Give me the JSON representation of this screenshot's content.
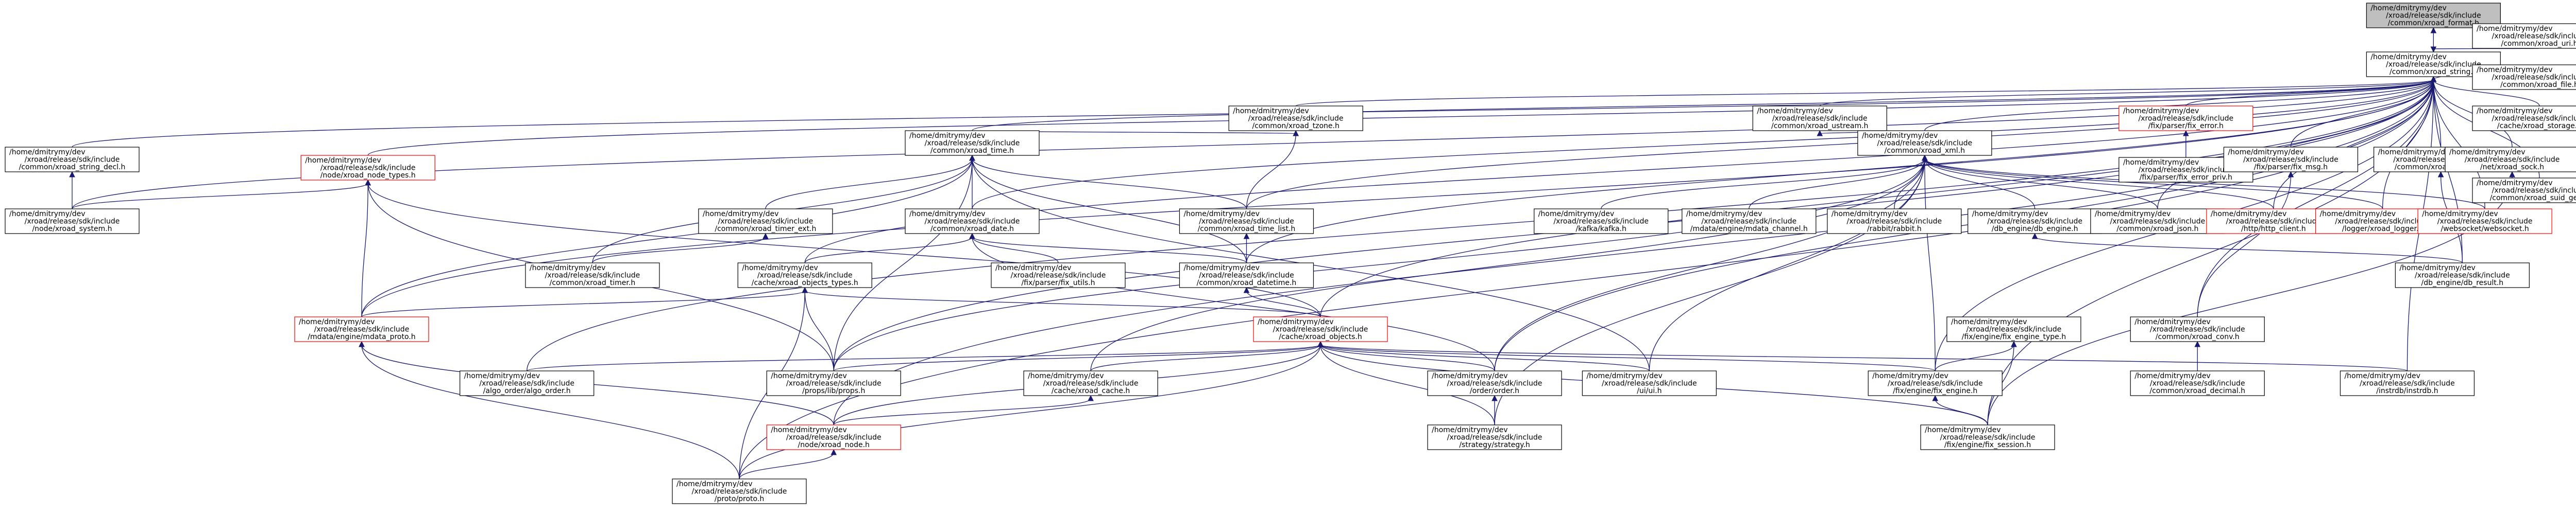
{
  "colors": {
    "edge": "#191970",
    "node_border": "#000000",
    "node_fill": "#ffffff",
    "root_fill": "#bfbfbf",
    "truncated_border": "#ff0000"
  },
  "nodes": [
    {
      "id": "format",
      "lines": [
        "/home/dmitrymy/dev",
        "/xroad/release/sdk/include",
        "/common/xroad_format.h"
      ],
      "root": true,
      "truncated": false
    },
    {
      "id": "string",
      "lines": [
        "/home/dmitrymy/dev",
        "/xroad/release/sdk/include",
        "/common/xroad_string.h"
      ],
      "root": false,
      "truncated": false
    },
    {
      "id": "string_decl",
      "lines": [
        "/home/dmitrymy/dev",
        "/xroad/release/sdk/include",
        "/common/xroad_string_decl.h"
      ],
      "root": false,
      "truncated": false
    },
    {
      "id": "node_types",
      "lines": [
        "/home/dmitrymy/dev",
        "/xroad/release/sdk/include",
        "/node/xroad_node_types.h"
      ],
      "root": false,
      "truncated": true
    },
    {
      "id": "time",
      "lines": [
        "/home/dmitrymy/dev",
        "/xroad/release/sdk/include",
        "/common/xroad_time.h"
      ],
      "root": false,
      "truncated": false
    },
    {
      "id": "tzone",
      "lines": [
        "/home/dmitrymy/dev",
        "/xroad/release/sdk/include",
        "/common/xroad_tzone.h"
      ],
      "root": false,
      "truncated": false
    },
    {
      "id": "ustream",
      "lines": [
        "/home/dmitrymy/dev",
        "/xroad/release/sdk/include",
        "/common/xroad_ustream.h"
      ],
      "root": false,
      "truncated": false
    },
    {
      "id": "fix_error",
      "lines": [
        "/home/dmitrymy/dev",
        "/xroad/release/sdk/include",
        "/fix/parser/fix_error.h"
      ],
      "root": false,
      "truncated": true
    },
    {
      "id": "xml",
      "lines": [
        "/home/dmitrymy/dev",
        "/xroad/release/sdk/include",
        "/common/xroad_xml.h"
      ],
      "root": false,
      "truncated": false
    },
    {
      "id": "fix_error_priv",
      "lines": [
        "/home/dmitrymy/dev",
        "/xroad/release/sdk/include",
        "/fix/parser/fix_error_priv.h"
      ],
      "root": false,
      "truncated": false
    },
    {
      "id": "fix_msg",
      "lines": [
        "/home/dmitrymy/dev",
        "/xroad/release/sdk/include",
        "/fix/parser/fix_msg.h"
      ],
      "root": false,
      "truncated": false
    },
    {
      "id": "variant",
      "lines": [
        "/home/dmitrymy/dev",
        "/xroad/release/sdk/include",
        "/common/xroad_variant.h"
      ],
      "root": false,
      "truncated": false
    },
    {
      "id": "sock",
      "lines": [
        "/home/dmitrymy/dev",
        "/xroad/release/sdk/include",
        "/net/xroad_sock.h"
      ],
      "root": false,
      "truncated": false
    },
    {
      "id": "storage",
      "lines": [
        "/home/dmitrymy/dev",
        "/xroad/release/sdk/include",
        "/cache/xroad_storage.h"
      ],
      "root": false,
      "truncated": false
    },
    {
      "id": "file",
      "lines": [
        "/home/dmitrymy/dev",
        "/xroad/release/sdk/include",
        "/common/xroad_file.h"
      ],
      "root": false,
      "truncated": false
    },
    {
      "id": "uri",
      "lines": [
        "/home/dmitrymy/dev",
        "/xroad/release/sdk/include",
        "/common/xroad_uri.h"
      ],
      "root": false,
      "truncated": false
    },
    {
      "id": "suid_gen",
      "lines": [
        "/home/dmitrymy/dev",
        "/xroad/release/sdk/include",
        "/common/xroad_suid_gen.h"
      ],
      "root": false,
      "truncated": false
    },
    {
      "id": "node_system",
      "lines": [
        "/home/dmitrymy/dev",
        "/xroad/release/sdk/include",
        "/node/xroad_system.h"
      ],
      "root": false,
      "truncated": false
    },
    {
      "id": "timer_ext",
      "lines": [
        "/home/dmitrymy/dev",
        "/xroad/release/sdk/include",
        "/common/xroad_timer_ext.h"
      ],
      "root": false,
      "truncated": false
    },
    {
      "id": "date",
      "lines": [
        "/home/dmitrymy/dev",
        "/xroad/release/sdk/include",
        "/common/xroad_date.h"
      ],
      "root": false,
      "truncated": false
    },
    {
      "id": "time_list",
      "lines": [
        "/home/dmitrymy/dev",
        "/xroad/release/sdk/include",
        "/common/xroad_time_list.h"
      ],
      "root": false,
      "truncated": false
    },
    {
      "id": "kafka",
      "lines": [
        "/home/dmitrymy/dev",
        "/xroad/release/sdk/include",
        "/kafka/kafka.h"
      ],
      "root": false,
      "truncated": false
    },
    {
      "id": "mdata_channel",
      "lines": [
        "/home/dmitrymy/dev",
        "/xroad/release/sdk/include",
        "/mdata/engine/mdata_channel.h"
      ],
      "root": false,
      "truncated": false
    },
    {
      "id": "rabbit",
      "lines": [
        "/home/dmitrymy/dev",
        "/xroad/release/sdk/include",
        "/rabbit/rabbit.h"
      ],
      "root": false,
      "truncated": false
    },
    {
      "id": "db_engine",
      "lines": [
        "/home/dmitrymy/dev",
        "/xroad/release/sdk/include",
        "/db_engine/db_engine.h"
      ],
      "root": false,
      "truncated": false
    },
    {
      "id": "json",
      "lines": [
        "/home/dmitrymy/dev",
        "/xroad/release/sdk/include",
        "/common/xroad_json.h"
      ],
      "root": false,
      "truncated": false
    },
    {
      "id": "http_client",
      "lines": [
        "/home/dmitrymy/dev",
        "/xroad/release/sdk/include",
        "/http/http_client.h"
      ],
      "root": false,
      "truncated": true
    },
    {
      "id": "logger",
      "lines": [
        "/home/dmitrymy/dev",
        "/xroad/release/sdk/include",
        "/logger/xroad_logger.h"
      ],
      "root": false,
      "truncated": true
    },
    {
      "id": "websocket",
      "lines": [
        "/home/dmitrymy/dev",
        "/xroad/release/sdk/include",
        "/websocket/websocket.h"
      ],
      "root": false,
      "truncated": true
    },
    {
      "id": "timer",
      "lines": [
        "/home/dmitrymy/dev",
        "/xroad/release/sdk/include",
        "/common/xroad_timer.h"
      ],
      "root": false,
      "truncated": false
    },
    {
      "id": "objects_types",
      "lines": [
        "/home/dmitrymy/dev",
        "/xroad/release/sdk/include",
        "/cache/xroad_objects_types.h"
      ],
      "root": false,
      "truncated": false
    },
    {
      "id": "fix_utils",
      "lines": [
        "/home/dmitrymy/dev",
        "/xroad/release/sdk/include",
        "/fix/parser/fix_utils.h"
      ],
      "root": false,
      "truncated": false
    },
    {
      "id": "datetime",
      "lines": [
        "/home/dmitrymy/dev",
        "/xroad/release/sdk/include",
        "/common/xroad_datetime.h"
      ],
      "root": false,
      "truncated": false
    },
    {
      "id": "db_result",
      "lines": [
        "/home/dmitrymy/dev",
        "/xroad/release/sdk/include",
        "/db_engine/db_result.h"
      ],
      "root": false,
      "truncated": false
    },
    {
      "id": "mdata_proto",
      "lines": [
        "/home/dmitrymy/dev",
        "/xroad/release/sdk/include",
        "/mdata/engine/mdata_proto.h"
      ],
      "root": false,
      "truncated": true
    },
    {
      "id": "objects",
      "lines": [
        "/home/dmitrymy/dev",
        "/xroad/release/sdk/include",
        "/cache/xroad_objects.h"
      ],
      "root": false,
      "truncated": true
    },
    {
      "id": "fix_engine_type",
      "lines": [
        "/home/dmitrymy/dev",
        "/xroad/release/sdk/include",
        "/fix/engine/fix_engine_type.h"
      ],
      "root": false,
      "truncated": false
    },
    {
      "id": "conv",
      "lines": [
        "/home/dmitrymy/dev",
        "/xroad/release/sdk/include",
        "/common/xroad_conv.h"
      ],
      "root": false,
      "truncated": false
    },
    {
      "id": "algo_order",
      "lines": [
        "/home/dmitrymy/dev",
        "/xroad/release/sdk/include",
        "/algo_order/algo_order.h"
      ],
      "root": false,
      "truncated": false
    },
    {
      "id": "props",
      "lines": [
        "/home/dmitrymy/dev",
        "/xroad/release/sdk/include",
        "/props/lib/props.h"
      ],
      "root": false,
      "truncated": false
    },
    {
      "id": "cache",
      "lines": [
        "/home/dmitrymy/dev",
        "/xroad/release/sdk/include",
        "/cache/xroad_cache.h"
      ],
      "root": false,
      "truncated": false
    },
    {
      "id": "order",
      "lines": [
        "/home/dmitrymy/dev",
        "/xroad/release/sdk/include",
        "/order/order.h"
      ],
      "root": false,
      "truncated": false
    },
    {
      "id": "ui",
      "lines": [
        "/home/dmitrymy/dev",
        "/xroad/release/sdk/include",
        "/ui/ui.h"
      ],
      "root": false,
      "truncated": false
    },
    {
      "id": "fix_engine",
      "lines": [
        "/home/dmitrymy/dev",
        "/xroad/release/sdk/include",
        "/fix/engine/fix_engine.h"
      ],
      "root": false,
      "truncated": false
    },
    {
      "id": "decimal",
      "lines": [
        "/home/dmitrymy/dev",
        "/xroad/release/sdk/include",
        "/common/xroad_decimal.h"
      ],
      "root": false,
      "truncated": false
    },
    {
      "id": "instrdb",
      "lines": [
        "/home/dmitrymy/dev",
        "/xroad/release/sdk/include",
        "/instrdb/instrdb.h"
      ],
      "root": false,
      "truncated": false
    },
    {
      "id": "node",
      "lines": [
        "/home/dmitrymy/dev",
        "/xroad/release/sdk/include",
        "/node/xroad_node.h"
      ],
      "root": false,
      "truncated": true
    },
    {
      "id": "strategy",
      "lines": [
        "/home/dmitrymy/dev",
        "/xroad/release/sdk/include",
        "/strategy/strategy.h"
      ],
      "root": false,
      "truncated": false
    },
    {
      "id": "fix_session",
      "lines": [
        "/home/dmitrymy/dev",
        "/xroad/release/sdk/include",
        "/fix/engine/fix_session.h"
      ],
      "root": false,
      "truncated": false
    },
    {
      "id": "proto",
      "lines": [
        "/home/dmitrymy/dev",
        "/xroad/release/sdk/include",
        "/proto/proto.h"
      ],
      "root": false,
      "truncated": false
    }
  ],
  "edges": [
    [
      "string",
      "format"
    ],
    [
      "string_decl",
      "string"
    ],
    [
      "node_types",
      "string"
    ],
    [
      "time",
      "string"
    ],
    [
      "tzone",
      "string"
    ],
    [
      "ustream",
      "string"
    ],
    [
      "fix_error",
      "string"
    ],
    [
      "xml",
      "string"
    ],
    [
      "fix_msg",
      "string"
    ],
    [
      "variant",
      "string"
    ],
    [
      "sock",
      "string"
    ],
    [
      "storage",
      "string"
    ],
    [
      "file",
      "string"
    ],
    [
      "uri",
      "string"
    ],
    [
      "suid_gen",
      "string"
    ],
    [
      "node_system",
      "string"
    ],
    [
      "objects_types",
      "string"
    ],
    [
      "datetime",
      "string"
    ],
    [
      "db_result",
      "string"
    ],
    [
      "objects",
      "string"
    ],
    [
      "props",
      "string"
    ],
    [
      "algo_order",
      "string"
    ],
    [
      "order",
      "string"
    ],
    [
      "node",
      "string"
    ],
    [
      "proto",
      "string"
    ],
    [
      "fix_session",
      "string"
    ],
    [
      "json",
      "string"
    ],
    [
      "http_client",
      "string"
    ],
    [
      "logger",
      "string"
    ],
    [
      "websocket",
      "string"
    ],
    [
      "fix_engine",
      "string"
    ],
    [
      "conv",
      "string"
    ],
    [
      "instrdb",
      "string"
    ],
    [
      "mdata_proto",
      "string"
    ],
    [
      "time_list",
      "string"
    ],
    [
      "date",
      "string"
    ],
    [
      "fix_error_priv",
      "fix_error"
    ],
    [
      "time",
      "tzone"
    ],
    [
      "time_list",
      "tzone"
    ],
    [
      "xml",
      "ustream"
    ],
    [
      "node_system",
      "string_decl"
    ],
    [
      "node_system",
      "node_types"
    ],
    [
      "mdata_proto",
      "node_types"
    ],
    [
      "props",
      "node_types"
    ],
    [
      "objects",
      "node_types"
    ],
    [
      "timer_ext",
      "time"
    ],
    [
      "date",
      "time"
    ],
    [
      "time_list",
      "time"
    ],
    [
      "timer",
      "time"
    ],
    [
      "props",
      "time"
    ],
    [
      "ui",
      "time"
    ],
    [
      "mdata_proto",
      "time"
    ],
    [
      "datetime",
      "time"
    ],
    [
      "datetime",
      "date"
    ],
    [
      "fix_utils",
      "date"
    ],
    [
      "objects_types",
      "date"
    ],
    [
      "order",
      "date"
    ],
    [
      "timer",
      "timer_ext"
    ],
    [
      "datetime",
      "time_list"
    ],
    [
      "kafka",
      "xml"
    ],
    [
      "mdata_channel",
      "xml"
    ],
    [
      "rabbit",
      "xml"
    ],
    [
      "db_engine",
      "xml"
    ],
    [
      "json",
      "xml"
    ],
    [
      "http_client",
      "xml"
    ],
    [
      "logger",
      "xml"
    ],
    [
      "websocket",
      "xml"
    ],
    [
      "strategy",
      "xml"
    ],
    [
      "ui",
      "xml"
    ],
    [
      "order",
      "xml"
    ],
    [
      "cache",
      "xml"
    ],
    [
      "fix_engine",
      "xml"
    ],
    [
      "props",
      "xml"
    ],
    [
      "db_result",
      "db_engine"
    ],
    [
      "db_result",
      "variant"
    ],
    [
      "fix_session",
      "sock"
    ],
    [
      "conv",
      "fix_msg"
    ],
    [
      "mdata_proto",
      "objects_types"
    ],
    [
      "props",
      "objects_types"
    ],
    [
      "proto",
      "objects_types"
    ],
    [
      "objects",
      "objects_types"
    ],
    [
      "objects",
      "datetime"
    ],
    [
      "fix_engine",
      "fix_engine_type"
    ],
    [
      "fix_session",
      "fix_engine_type"
    ],
    [
      "decimal",
      "conv"
    ],
    [
      "node",
      "mdata_proto"
    ],
    [
      "proto",
      "mdata_proto"
    ],
    [
      "algo_order",
      "objects"
    ],
    [
      "props",
      "objects"
    ],
    [
      "cache",
      "objects"
    ],
    [
      "order",
      "objects"
    ],
    [
      "ui",
      "objects"
    ],
    [
      "fix_engine",
      "objects"
    ],
    [
      "instrdb",
      "objects"
    ],
    [
      "node",
      "objects"
    ],
    [
      "strategy",
      "objects"
    ],
    [
      "fix_session",
      "objects"
    ],
    [
      "proto",
      "objects"
    ],
    [
      "node",
      "cache"
    ],
    [
      "strategy",
      "order"
    ],
    [
      "fix_session",
      "fix_engine"
    ],
    [
      "proto",
      "node"
    ]
  ]
}
